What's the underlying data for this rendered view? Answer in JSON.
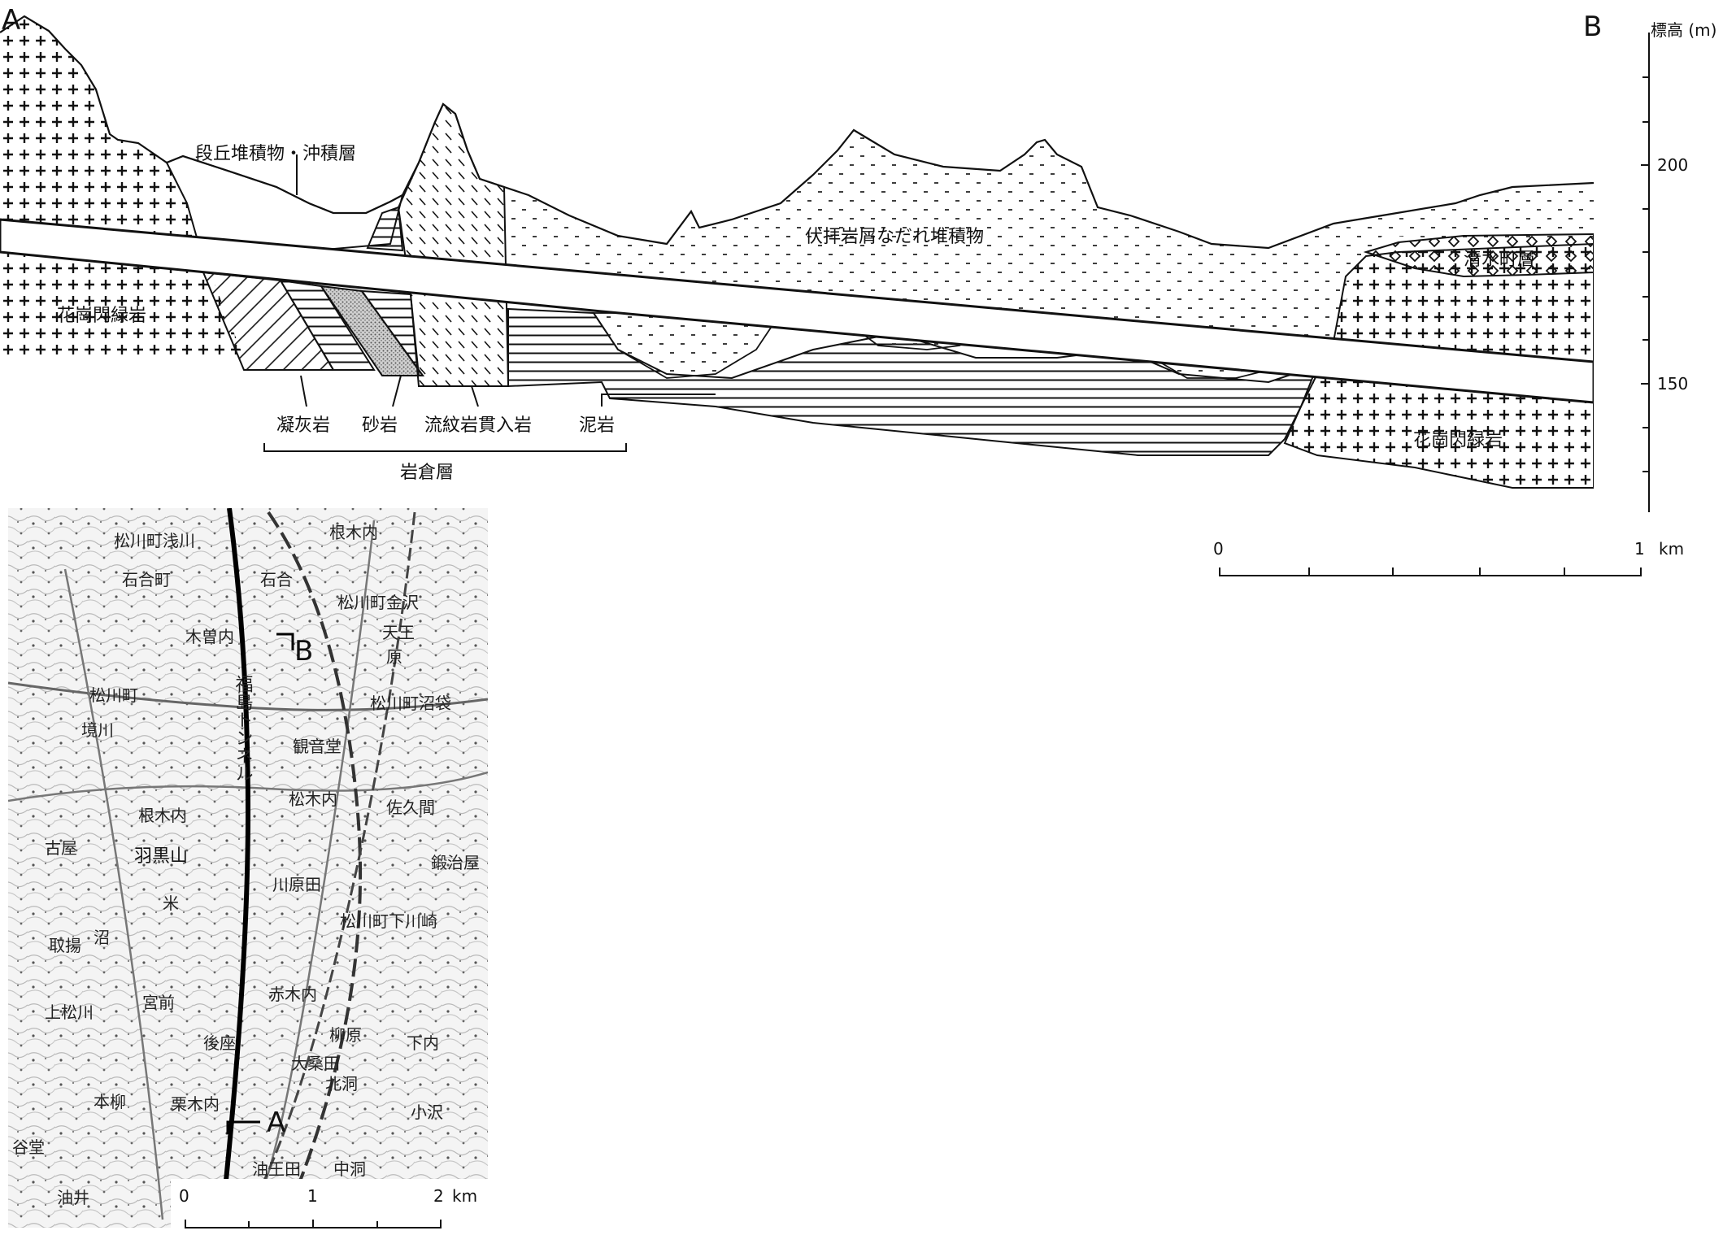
{
  "cross_section": {
    "end_left": "A",
    "end_right": "B",
    "elevation_axis": {
      "label": "標高 (m)",
      "ticks": [
        {
          "value": 200,
          "label": "200"
        },
        {
          "value": 150,
          "label": "150"
        }
      ]
    },
    "formations": {
      "terrace": "段丘堆積物・沖積層",
      "fushiogami": "伏拝岩屑なだれ堆積物",
      "shimizu": "清水町層",
      "granite_left": "花崗閃緑岩",
      "granite_right": "花崗閃緑岩",
      "tuff": "凝灰岩",
      "sandstone": "砂岩",
      "rhyolite": "流紋岩貫入岩",
      "mudstone": "泥岩",
      "iwakura_group": "岩倉層"
    },
    "scale": {
      "start": "0",
      "end": "1",
      "unit": "km"
    }
  },
  "map": {
    "point_a": "A",
    "point_b": "B",
    "place_labels": {
      "matsukawa_asakawa": "松川町浅川",
      "nekiuchi_n": "根木内",
      "ishiai_cho": "石合町",
      "ishiai": "石合",
      "matsukawa_kanezawa": "松川町金沢",
      "tenno": "天王",
      "hara": "原",
      "kokiuchi": "木曽内",
      "matsukawa_cho": "松川町",
      "matsukawa_numabukuro": "松川町沼袋",
      "sakaikawa": "境川",
      "kannondo": "観音堂",
      "tunnel": "福島トンネル",
      "matsukiuchi": "松木内",
      "nekiuchi_s": "根木内",
      "haguroyama": "羽黒山",
      "kome": "米",
      "sakuma": "佐久間",
      "kajiyadou": "鍛治屋",
      "furuya": "古屋",
      "kawaharada": "川原田",
      "matsukawa_shimokawasaki": "松川町下川崎",
      "toriage": "取揚",
      "numa": "沼",
      "akagiuchi": "赤木内",
      "kamimatsukawa": "上松川",
      "miyamae": "宮前",
      "ushiroza": "後座",
      "yanagihara": "柳原",
      "shimouchi": "下内",
      "kurikiuchi": "栗木内",
      "ohkuwada": "大桑田",
      "kitahora": "北洞",
      "kozawa": "小沢",
      "honyanagi": "本柳",
      "yoshida": "油王田",
      "nakahora": "中洞",
      "tanido": "谷堂",
      "yui": "油井"
    },
    "scale": {
      "start": "0",
      "mid": "1",
      "end": "2",
      "unit": "km"
    }
  }
}
